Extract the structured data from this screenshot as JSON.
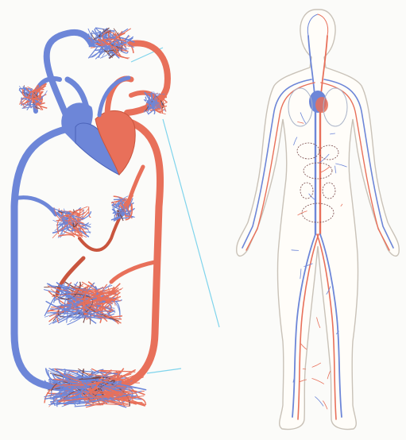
{
  "diagram": {
    "colors": {
      "artery": "#e8705a",
      "artery_dark": "#c9553e",
      "vein": "#6d86d8",
      "vein_dark": "#4a62b8",
      "capillary": "#7a4a4a",
      "body_outline": "#c9c2b8",
      "connector_line": "#7fd4ec",
      "background": "#fbfbf9"
    },
    "panels": [
      {
        "id": "circulation-schematic",
        "icon": "heart-circulation-schematic"
      },
      {
        "id": "human-body-vessels",
        "icon": "human-body-vascular-figure"
      }
    ]
  }
}
